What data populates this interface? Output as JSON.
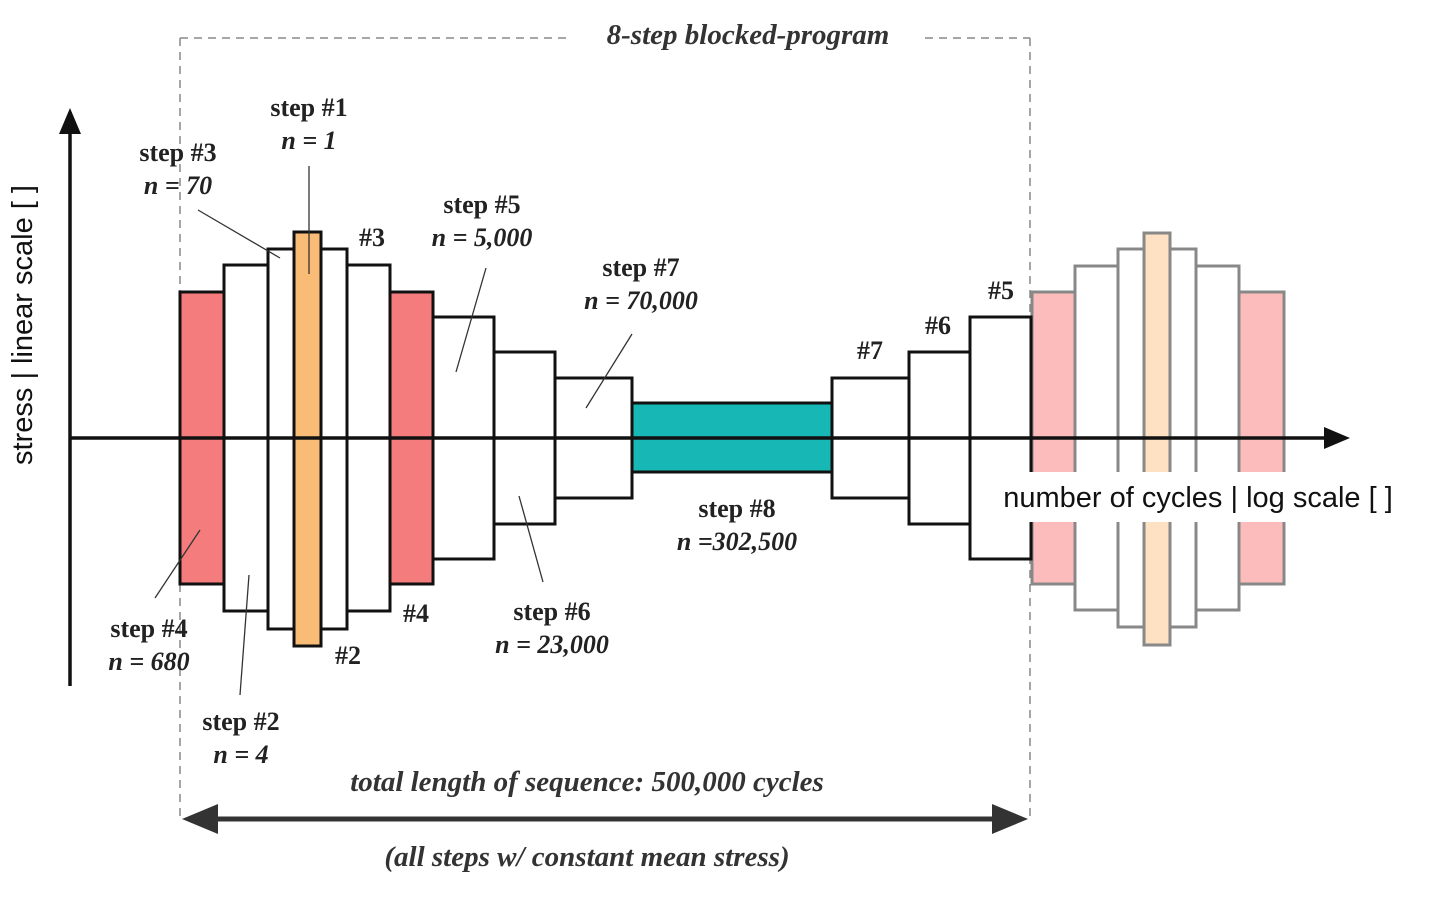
{
  "title": "8-step blocked-program",
  "axes": {
    "y_label": "stress | linear scale [ ]",
    "x_label": "number of cycles | log scale [ ]"
  },
  "steps": [
    {
      "step": "step #1",
      "n": "n = 1"
    },
    {
      "step": "step #2",
      "n": "n = 4"
    },
    {
      "step": "step #3",
      "n": "n = 70"
    },
    {
      "step": "step #4",
      "n": "n = 680"
    },
    {
      "step": "step #5",
      "n": "n = 5,000"
    },
    {
      "step": "step #6",
      "n": "n = 23,000"
    },
    {
      "step": "step #7",
      "n": "n = 70,000"
    },
    {
      "step": "step #8",
      "n": "n =302,500"
    }
  ],
  "block_tags": [
    "#3",
    "#2",
    "#4",
    "#7",
    "#6",
    "#5"
  ],
  "total_length": "total length of sequence: 500,000 cycles",
  "note": "(all steps w/ constant mean stress)",
  "colors": {
    "step1": "#f8bc76",
    "step4": "#f47c7c",
    "step8": "#16b7b4",
    "repeat_step1": "#fde1c2",
    "repeat_step4": "#fdbcbc"
  }
}
